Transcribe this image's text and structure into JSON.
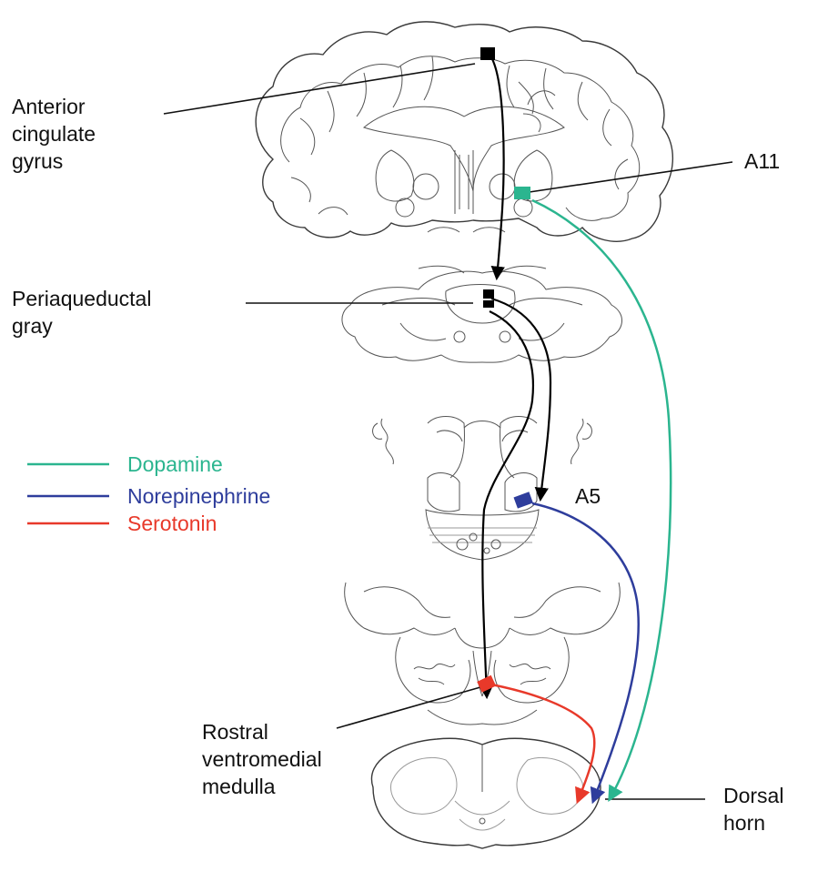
{
  "labels": {
    "anterior_cingulate": [
      "Anterior",
      "cingulate",
      "gyrus"
    ],
    "a11": "A11",
    "periaqueductal": [
      "Periaqueductal",
      "gray"
    ],
    "a5": "A5",
    "rvm": [
      "Rostral",
      "ventromedial",
      "medulla"
    ],
    "dorsal_horn": [
      "Dorsal",
      "horn"
    ]
  },
  "legend": [
    {
      "label": "Dopamine",
      "color": "#2bb58f"
    },
    {
      "label": "Norepinephrine",
      "color": "#2e3d9c"
    },
    {
      "label": "Serotonin",
      "color": "#e8392a"
    }
  ],
  "colors": {
    "dopamine": "#2bb58f",
    "norepinephrine": "#2e3d9c",
    "serotonin": "#e8392a",
    "descending": "#000000"
  }
}
